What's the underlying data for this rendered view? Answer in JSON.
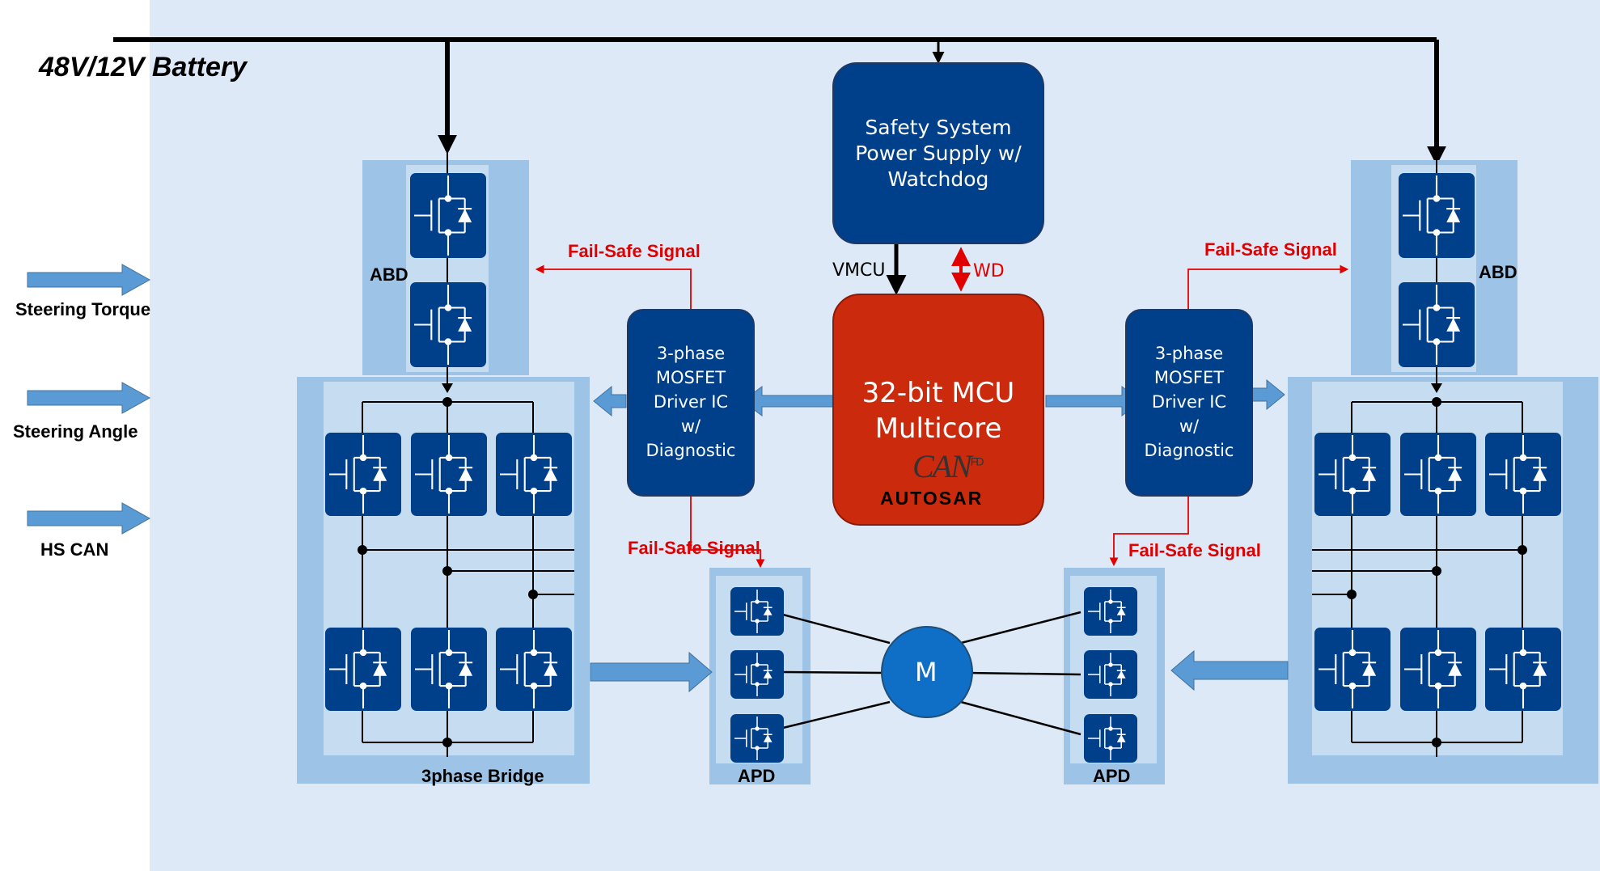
{
  "battery": {
    "label": "48V/12V Battery"
  },
  "inputs": [
    {
      "label": "Steering Torque"
    },
    {
      "label": "Steering Angle"
    },
    {
      "label": "HS CAN"
    }
  ],
  "power_supply": {
    "lines": [
      "Safety System",
      "Power Supply w/",
      "Watchdog"
    ]
  },
  "mcu": {
    "line1": "32-bit MCU",
    "line2": "Multicore",
    "logo_can": "CAN",
    "logo_can_sup": "FD",
    "logo_autosar": "AUTOSAR"
  },
  "vmcu_label": "VMCU",
  "wd_label": "WD",
  "driver_left": {
    "lines": [
      "3-phase",
      "MOSFET",
      "Driver IC",
      "w/",
      "Diagnostic"
    ]
  },
  "driver_right": {
    "lines": [
      "3-phase",
      "MOSFET",
      "Driver IC",
      "w/",
      "Diagnostic"
    ]
  },
  "fail_safe_signals": [
    "Fail-Safe Signal",
    "Fail-Safe Signal",
    "Fail-Safe Signal",
    "Fail-Safe Signal"
  ],
  "abd_left": "ABD",
  "abd_right": "ABD",
  "bridge_label": "3phase Bridge",
  "apd_left": "APD",
  "apd_right": "APD",
  "motor": "M",
  "colors": {
    "background_panel": "#dde9f7",
    "module_light": "#9dc3e6",
    "module_inner": "#c5dcf1",
    "block_dark": "#003f8a",
    "mcu_red": "#cc2a0d",
    "arrow_blue": "#5b9bd5",
    "fail_safe_red": "#e00000",
    "motor_blue": "#0f6fc6"
  }
}
